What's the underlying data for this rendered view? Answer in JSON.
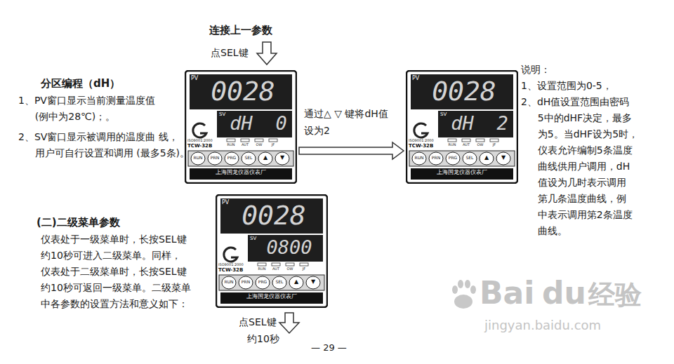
{
  "diagram": {
    "nodes": [
      {
        "text": [
          "PV",
          "0028",
          "SV",
          "dH  0",
          "ISO9001:2000",
          "TCW-32B",
          "RUN",
          "AUT",
          "OW",
          "JF",
          "RUN",
          "PRN",
          "PRG",
          "SEL",
          "▲",
          "▼",
          "上海国龙仪器仪表厂"
        ]
      },
      {
        "text": [
          "PV",
          "0028",
          "SV",
          "dH  2",
          "ISO9001:2000",
          "TCW-32B",
          "RUN",
          "AUT",
          "OW",
          "JF",
          "RUN",
          "PRN",
          "PRG",
          "SEL",
          "▲",
          "▼",
          "上海国龙仪器仪表厂"
        ]
      },
      {
        "text": [
          "PV",
          "0028",
          "SV",
          "0800",
          "ISO9001:2000",
          "TCW-32B",
          "RUN",
          "AUT",
          "OW",
          "JF",
          "RUN",
          "PRN",
          "PRG",
          "SEL",
          "▲",
          "▼",
          "上海国龙仪器仪表厂"
        ]
      }
    ],
    "edges": [
      {
        "from": 0,
        "to": 1,
        "arrow": "to",
        "label": "通过△ ▽ 键将dH值 设为2"
      }
    ],
    "labels": [
      "连接上一参数",
      "点SEL键",
      "分区编程（dH）",
      "1、PV窗口显示当前测量温度值 (例中为28℃)；。",
      "2、SV窗口显示被调用的温度曲 线，用户可自行设置和调用 (最多5条)。",
      "(二)二级菜单参数",
      "仪表处于一级菜单时，长按SEL键 约10秒可进入二级菜单。同样， 仪表处于二级菜单时，长按SEL键 约10秒可返回一级菜单。二级菜单 中各参数的设置方法和意义如下：",
      "点SEL键",
      "约10秒",
      "— 29 —",
      "说明：",
      "1、设置范围为0-5，",
      "2、dH值设置范围由密码 5中的dHF决定，最多 为5。当dHF设为5时， 仪表允许编制5条温度 曲线供用户调用，dH 值设为几时表示调用 第几条温度曲线，例 中表示调用第2条温度 曲线。",
      "Bai",
      "du",
      "经验",
      "jingyan.baidu.com"
    ]
  }
}
